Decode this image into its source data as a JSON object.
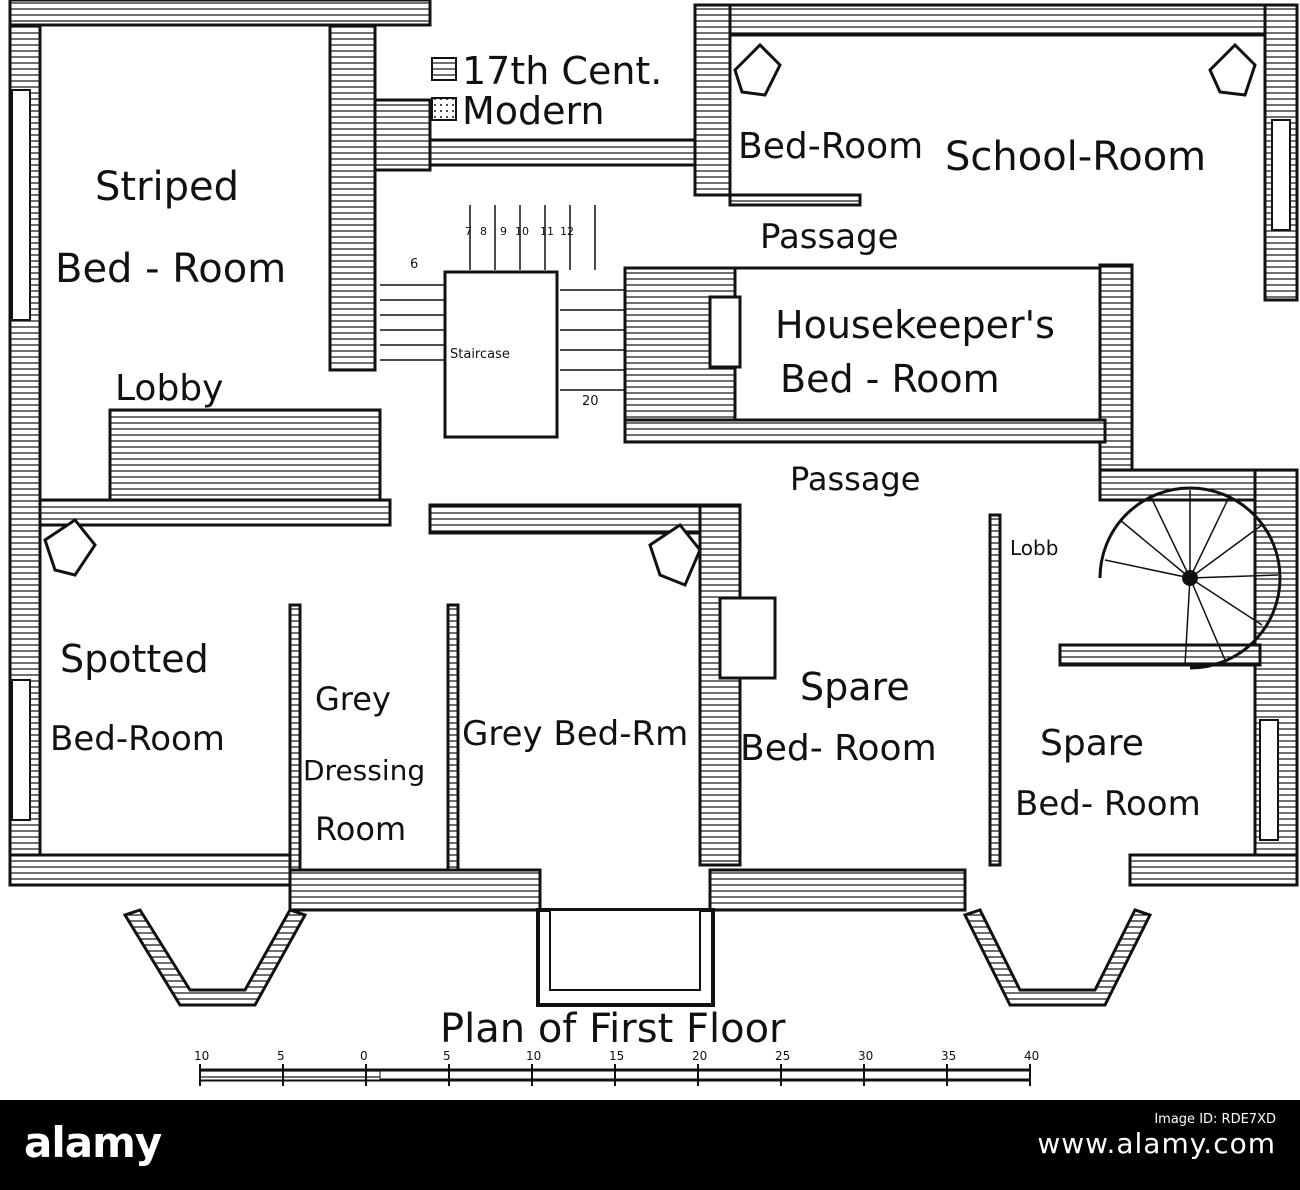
{
  "plan": {
    "caption": "Plan of First Floor",
    "legend": {
      "seventeenth_century": "17th Cent.",
      "modern": "Modern"
    },
    "rooms": {
      "striped_1": "Striped",
      "striped_2": "Bed - Room",
      "bed_room_small": "Bed-Room",
      "school_room": "School-Room",
      "passage_upper": "Passage",
      "passage_middle": "Passage",
      "housekeeper_1": "Housekeeper's",
      "housekeeper_2": "Bed - Room",
      "lobby_left": "Lobby",
      "lobby_right": "Lobb",
      "staircase": "Staircase",
      "spotted_1": "Spotted",
      "spotted_2": "Bed-Room",
      "grey_dressing_1": "Grey",
      "grey_dressing_2": "Dressing",
      "grey_dressing_3": "Room",
      "grey_bed": "Grey Bed-Rm",
      "spare_mid_1": "Spare",
      "spare_mid_2": "Bed- Room",
      "spare_right_1": "Spare",
      "spare_right_2": "Bed- Room"
    },
    "stair_numbers": [
      "6",
      "7",
      "8",
      "9",
      "10",
      "11",
      "12",
      "20"
    ],
    "scale_ticks": [
      "10",
      "5",
      "0",
      "5",
      "10",
      "15",
      "20",
      "25",
      "30",
      "35",
      "40"
    ]
  },
  "banner": {
    "brand": "alamy",
    "stock_id_label": "Image ID: RDE7XD",
    "url": "www.alamy.com"
  },
  "colors": {
    "ink": "#111111",
    "paper": "#ffffff",
    "banner": "#000000"
  }
}
